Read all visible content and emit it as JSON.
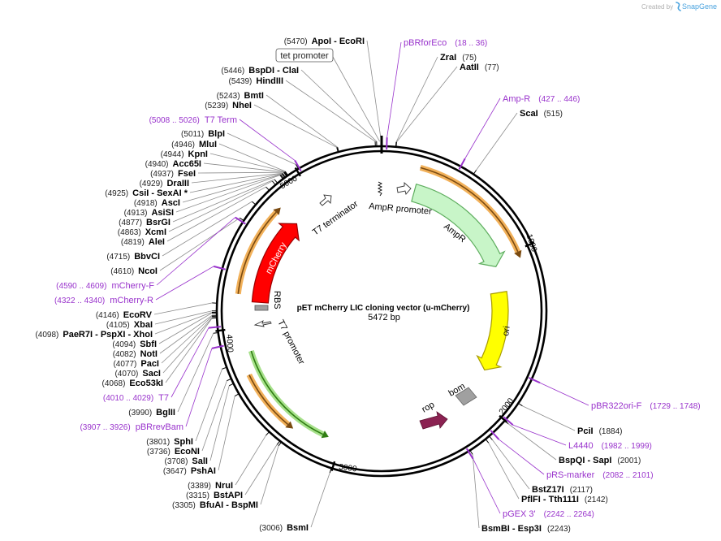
{
  "title": "pET mCherry LIC cloning vector (u-mCherry)",
  "length": "5472 bp",
  "total_bp": 5472,
  "watermark": {
    "prefix": "Created by",
    "brand": "SnapGene"
  },
  "tet_promoter_label": "tet promoter",
  "sites_left": [
    {
      "kind": "site",
      "pos": "(5470)",
      "name": "ApoI  - EcoRI",
      "bp": 5470
    },
    {
      "kind": "site",
      "pos": "(5446)",
      "name": "BspDI  - ClaI",
      "bp": 5446
    },
    {
      "kind": "site",
      "pos": "(5439)",
      "name": "HindIII",
      "bp": 5439
    },
    {
      "kind": "site",
      "pos": "(5243)",
      "name": "BmtI",
      "bp": 5243
    },
    {
      "kind": "site",
      "pos": "(5239)",
      "name": "NheI",
      "bp": 5239
    },
    {
      "kind": "primer",
      "pos": "(5008 .. 5026)",
      "name": "T7 Term",
      "bp": 5017
    },
    {
      "kind": "site",
      "pos": "(5011)",
      "name": "BlpI",
      "bp": 5011
    },
    {
      "kind": "site",
      "pos": "(4946)",
      "name": "MluI",
      "bp": 4946
    },
    {
      "kind": "site",
      "pos": "(4944)",
      "name": "KpnI",
      "bp": 4944
    },
    {
      "kind": "site",
      "pos": "(4940)",
      "name": "Acc65I",
      "bp": 4940
    },
    {
      "kind": "site",
      "pos": "(4937)",
      "name": "FseI",
      "bp": 4937
    },
    {
      "kind": "site",
      "pos": "(4929)",
      "name": "DraIII",
      "bp": 4929
    },
    {
      "kind": "site",
      "pos": "(4925)",
      "name": "CsiI  - SexAI *",
      "bp": 4925
    },
    {
      "kind": "site",
      "pos": "(4918)",
      "name": "AscI",
      "bp": 4918
    },
    {
      "kind": "site",
      "pos": "(4913)",
      "name": "AsiSI",
      "bp": 4913
    },
    {
      "kind": "site",
      "pos": "(4877)",
      "name": "BsrGI",
      "bp": 4877
    },
    {
      "kind": "site",
      "pos": "(4863)",
      "name": "XcmI",
      "bp": 4863
    },
    {
      "kind": "site",
      "pos": "(4819)",
      "name": "AleI",
      "bp": 4819
    },
    {
      "kind": "site",
      "pos": "(4715)",
      "name": "BbvCI",
      "bp": 4715
    },
    {
      "kind": "site",
      "pos": "(4610)",
      "name": "NcoI",
      "bp": 4610
    },
    {
      "kind": "primer",
      "pos": "(4590 .. 4609)",
      "name": "mCherry-F",
      "bp": 4600
    },
    {
      "kind": "primer",
      "pos": "(4322 .. 4340)",
      "name": "mCherry-R",
      "bp": 4331
    },
    {
      "kind": "site",
      "pos": "(4146)",
      "name": "EcoRV",
      "bp": 4146
    },
    {
      "kind": "site",
      "pos": "(4105)",
      "name": "XbaI",
      "bp": 4105
    },
    {
      "kind": "site",
      "pos": "(4098)",
      "name": "PaeR7I  - PspXI  - XhoI",
      "bp": 4098
    },
    {
      "kind": "site",
      "pos": "(4094)",
      "name": "SbfI",
      "bp": 4094
    },
    {
      "kind": "site",
      "pos": "(4082)",
      "name": "NotI",
      "bp": 4082
    },
    {
      "kind": "site",
      "pos": "(4077)",
      "name": "PacI",
      "bp": 4077
    },
    {
      "kind": "site",
      "pos": "(4070)",
      "name": "SacI",
      "bp": 4070
    },
    {
      "kind": "site",
      "pos": "(4068)",
      "name": "Eco53kI",
      "bp": 4068
    },
    {
      "kind": "primer",
      "pos": "(4010 .. 4029)",
      "name": "T7",
      "bp": 4020
    },
    {
      "kind": "site",
      "pos": "(3990)",
      "name": "BglII",
      "bp": 3990
    },
    {
      "kind": "primer",
      "pos": "(3907 .. 3926)",
      "name": "pBRrevBam",
      "bp": 3916
    },
    {
      "kind": "site",
      "pos": "(3801)",
      "name": "SphI",
      "bp": 3801
    },
    {
      "kind": "site",
      "pos": "(3736)",
      "name": "EcoNI",
      "bp": 3736
    },
    {
      "kind": "site",
      "pos": "(3708)",
      "name": "SalI",
      "bp": 3708
    },
    {
      "kind": "site",
      "pos": "(3647)",
      "name": "PshAI",
      "bp": 3647
    },
    {
      "kind": "site",
      "pos": "(3389)",
      "name": "NruI",
      "bp": 3389
    },
    {
      "kind": "site",
      "pos": "(3315)",
      "name": "BstAPI",
      "bp": 3315
    },
    {
      "kind": "site",
      "pos": "(3305)",
      "name": "BfuAI  - BspMI",
      "bp": 3305
    },
    {
      "kind": "site",
      "pos": "(3006)",
      "name": "BsmI",
      "bp": 3006
    }
  ],
  "sites_right": [
    {
      "kind": "primer",
      "pos": "(18 .. 36)",
      "name": "pBRforEco",
      "bp": 27
    },
    {
      "kind": "site",
      "pos": "(75)",
      "name": "ZraI",
      "bp": 75
    },
    {
      "kind": "site",
      "pos": "(77)",
      "name": "AatII",
      "bp": 77
    },
    {
      "kind": "primer",
      "pos": "(427 .. 446)",
      "name": "Amp-R",
      "bp": 436
    },
    {
      "kind": "site",
      "pos": "(515)",
      "name": "ScaI",
      "bp": 515
    },
    {
      "kind": "primer",
      "pos": "(1729 .. 1748)",
      "name": "pBR322ori-F",
      "bp": 1738
    },
    {
      "kind": "site",
      "pos": "(1884)",
      "name": "PciI",
      "bp": 1884
    },
    {
      "kind": "primer",
      "pos": "(1982 .. 1999)",
      "name": "L4440",
      "bp": 1990
    },
    {
      "kind": "site",
      "pos": "(2001)",
      "name": "BspQI  - SapI",
      "bp": 2001
    },
    {
      "kind": "primer",
      "pos": "(2082 .. 2101)",
      "name": "pRS-marker",
      "bp": 2091
    },
    {
      "kind": "site",
      "pos": "(2117)",
      "name": "BstZ17I",
      "bp": 2117
    },
    {
      "kind": "site",
      "pos": "(2142)",
      "name": "PflFI  - Tth111I",
      "bp": 2142
    },
    {
      "kind": "primer",
      "pos": "(2242 .. 2264)",
      "name": "pGEX 3'",
      "bp": 2253
    },
    {
      "kind": "site",
      "pos": "(2243)",
      "name": "BsmBI  - Esp3I",
      "bp": 2243
    }
  ],
  "features": {
    "ampr": "AmpR",
    "ampr_promoter": "AmpR promoter",
    "ori": "ori",
    "bom": "bom",
    "rop": "rop",
    "mcherry": "mCherry",
    "rbs": "RBS",
    "t7_promoter": "T7 promoter",
    "t7_terminator": "T7 terminator"
  },
  "ruler": [
    "1000",
    "2000",
    "3000",
    "4000",
    "5000"
  ],
  "colors": {
    "primer": "#9933cc",
    "leader": "#8c8c8c",
    "ampr_fill": "#c8f5c8",
    "ampr_stroke": "#5fae5f",
    "ori_fill": "#ffff00",
    "ori_stroke": "#a89c00",
    "mcherry_fill": "#ff0000",
    "mcherry_stroke": "#990000",
    "rop": "#8b2252",
    "bom": "#a0a0a0",
    "orange": "#f2b15a",
    "orange_core": "#7a4a10",
    "green": "#a6e08a",
    "green_core": "#2f7d12",
    "brand": "#4aa3df"
  }
}
